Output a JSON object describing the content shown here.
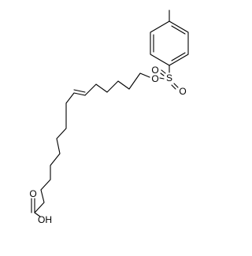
{
  "structure": {
    "atom_labels": {
      "sulfur": "S",
      "ester_oxygen": "O",
      "sulfonyl_oxygen_1": "O",
      "sulfonyl_oxygen_2": "O",
      "carbonyl_oxygen": "O",
      "hydroxyl": "OH"
    },
    "line_color": "#000000",
    "background_color": "#ffffff"
  }
}
